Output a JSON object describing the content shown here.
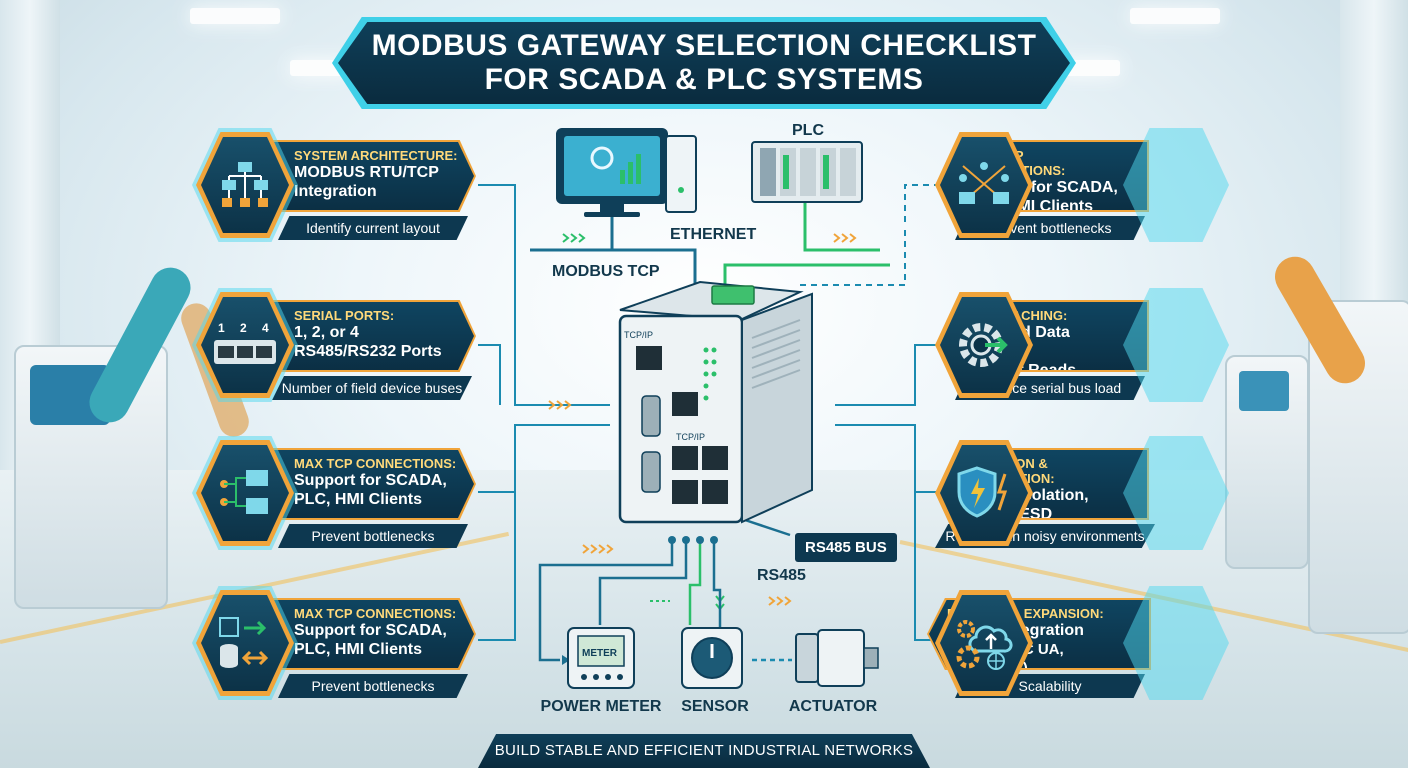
{
  "title": {
    "line1": "MODBUS GATEWAY SELECTION CHECKLIST",
    "line2": "FOR SCADA & PLC SYSTEMS"
  },
  "left_cards": [
    {
      "icon": "hierarchy-icon",
      "heading": "SYSTEM ARCHITECTURE:",
      "body1": "MODBUS RTU/TCP",
      "body2": "Integration",
      "caption": "Identify current layout"
    },
    {
      "icon": "serial-ports-icon",
      "heading": "SERIAL PORTS:",
      "body1": "1, 2, or 4",
      "body2": "RS485/RS232 Ports",
      "caption": "Number of field device buses",
      "port_numbers": [
        "1",
        "2",
        "4"
      ]
    },
    {
      "icon": "network-clients-icon",
      "heading": "MAX TCP CONNECTIONS:",
      "body1": "Support for SCADA,",
      "body2": "PLC, HMI Clients",
      "caption": "Prevent bottlenecks"
    },
    {
      "icon": "data-flow-icon",
      "heading": "MAX TCP CONNECTIONS:",
      "body1": "Support for SCADA,",
      "body2": "PLC, HMI Clients",
      "caption": "Prevent bottlenecks"
    }
  ],
  "right_cards": [
    {
      "icon": "network-clients-icon",
      "heading": "MAX TCP CONNECTIONS:",
      "body1": "Support for SCADA,",
      "body2": "PLC, HMI Clients",
      "caption": "Prevent bottlenecks"
    },
    {
      "icon": "cache-gear-icon",
      "heading": "DATA CACHING:",
      "body1": "Buffered Data Storage",
      "body2": "for Fast Reads",
      "caption": "Reduce serial bus load"
    },
    {
      "icon": "shield-lightning-icon",
      "heading": "ISOLATION & PROTECTION:",
      "body1": "RS485 Isolation,",
      "body2": "Surge, ESD Protection",
      "caption": "Reliability in noisy environments"
    },
    {
      "icon": "cloud-gears-icon",
      "heading": "PROTOCOL EXPANSION:",
      "body1": "Future Integration",
      "body2": "(MQTT, OPC UA, PROFINET)",
      "caption": "Scalability"
    }
  ],
  "diagram": {
    "plc_label": "PLC",
    "ethernet_label": "ETHERNET",
    "modbus_tcp_label": "MODBUS TCP",
    "rs485_bus_label": "RS485 BUS",
    "rs485_label": "RS485",
    "gateway_port_labels": [
      "TCP/IP",
      "TCP/IP"
    ],
    "meter_screen_text": "METER",
    "devices": {
      "power_meter": "POWER METER",
      "sensor": "SENSOR",
      "actuator": "ACTUATOR"
    }
  },
  "footer": "BUILD STABLE AND EFFICIENT INDUSTRIAL NETWORKS",
  "colors": {
    "navy": "#0d3850",
    "orange_accent": "#f0a43a",
    "cyan_accent": "#3fd0e8",
    "green_link": "#2bbf6a",
    "heading_gold": "#ffd97a"
  }
}
